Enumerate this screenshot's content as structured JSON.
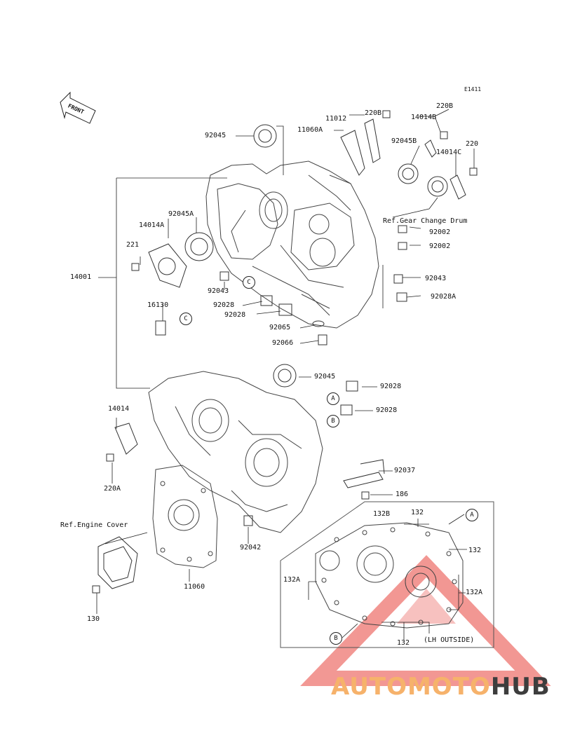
{
  "diagram": {
    "ref_code": "E1411",
    "front_label": "FRONT",
    "ref_gear_change_drum": "Ref.Gear Change Drum",
    "ref_engine_cover": "Ref.Engine Cover",
    "lh_outside": "(LH OUTSIDE)",
    "parts": {
      "p92045_top": "92045",
      "p11012": "11012",
      "p220B_1": "220B",
      "p11060A": "11060A",
      "p220B_2": "220B",
      "p14014B": "14014B",
      "p220": "220",
      "p92045B": "92045B",
      "p14014C": "14014C",
      "p92002_1": "92002",
      "p92002_2": "92002",
      "p92043_r": "92043",
      "p92028A": "92028A",
      "p92045A": "92045A",
      "p14014A": "14014A",
      "p221": "221",
      "p14001": "14001",
      "p92043_l": "92043",
      "p92028_1": "92028",
      "p92028_2": "92028",
      "p16130": "16130",
      "p92065": "92065",
      "p92066": "92066",
      "p92045_mid": "92045",
      "p92028_A": "92028",
      "p92028_B": "92028",
      "p14014": "14014",
      "p220A": "220A",
      "p92037": "92037",
      "p186": "186",
      "p92042": "92042",
      "p11060": "11060",
      "p130": "130",
      "p132B": "132B",
      "p132_top": "132",
      "p132_right": "132",
      "p132A_left": "132A",
      "p132A_right": "132A",
      "p132_bottom": "132"
    },
    "callouts": {
      "a": "A",
      "b": "B",
      "c": "C"
    }
  },
  "watermark": {
    "part1": "AUTOMOTO",
    "part2": "HUB",
    "color1": "#f6b26b",
    "color2": "#3d3d3d",
    "triangle_color": "#e8433c"
  }
}
